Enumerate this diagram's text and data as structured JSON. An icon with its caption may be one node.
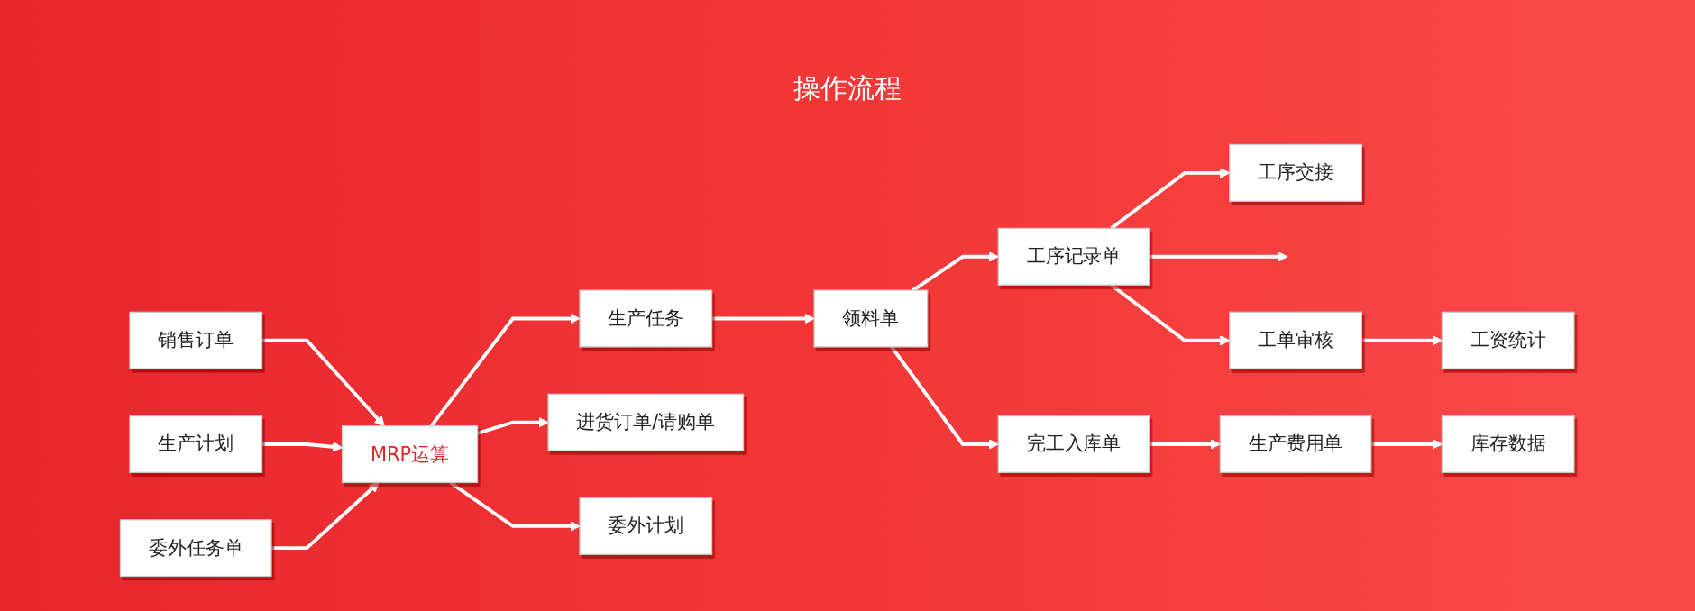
{
  "diagram": {
    "title": "操作流程",
    "nodes": [
      {
        "text": [
          "销售订单"
        ]
      },
      {
        "text": [
          "生产计划"
        ]
      },
      {
        "text": [
          "委外任务单"
        ]
      },
      {
        "text": [
          "MRP运算"
        ]
      },
      {
        "text": [
          "生产任务"
        ]
      },
      {
        "text": [
          "进货订单/请购单"
        ]
      },
      {
        "text": [
          "委外计划"
        ]
      },
      {
        "text": [
          "领料单"
        ]
      },
      {
        "text": [
          "完工入库单"
        ]
      },
      {
        "text": [
          "生产费用单"
        ]
      },
      {
        "text": [
          "库存数据"
        ]
      },
      {
        "text": [
          "工序记录单"
        ]
      },
      {
        "text": [
          "工序交接"
        ]
      },
      {
        "text": [
          "工单审核"
        ]
      },
      {
        "text": [
          "工资统计"
        ]
      }
    ],
    "edges": [
      {
        "from": 0,
        "to": 3,
        "arrow": "to"
      },
      {
        "from": 1,
        "to": 3,
        "arrow": "to"
      },
      {
        "from": 2,
        "to": 3,
        "arrow": "to"
      },
      {
        "from": 3,
        "to": 4,
        "arrow": "to"
      },
      {
        "from": 3,
        "to": 5,
        "arrow": "to"
      },
      {
        "from": 3,
        "to": 6,
        "arrow": "to"
      },
      {
        "from": 4,
        "to": 7,
        "arrow": "to"
      },
      {
        "from": 7,
        "to": 11,
        "arrow": "to"
      },
      {
        "from": 7,
        "to": 8,
        "arrow": "to"
      },
      {
        "from": 8,
        "to": 9,
        "arrow": "to"
      },
      {
        "from": 9,
        "to": 10,
        "arrow": "to"
      },
      {
        "from": 11,
        "to": 12,
        "arrow": "to"
      },
      {
        "from": 11,
        "to": null,
        "arrow": "to"
      },
      {
        "from": 11,
        "to": 13,
        "arrow": "to"
      },
      {
        "from": 13,
        "to": 14,
        "arrow": "to"
      }
    ]
  }
}
